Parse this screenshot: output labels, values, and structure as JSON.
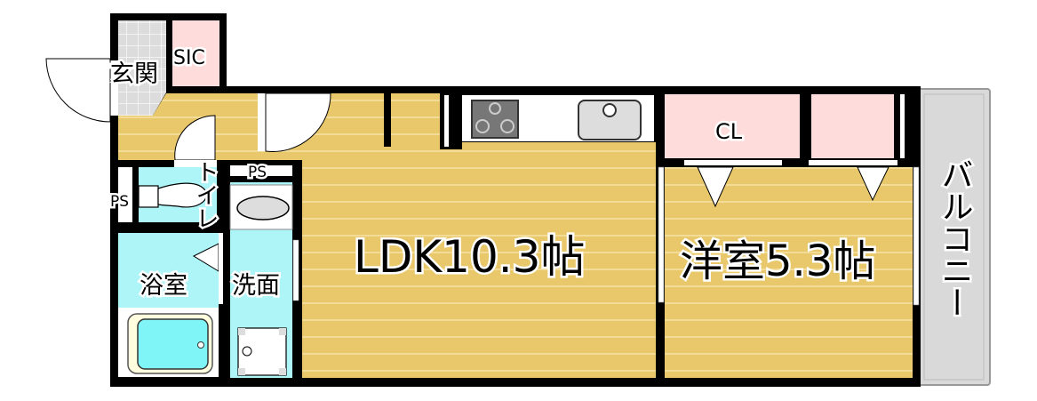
{
  "plan": {
    "rooms": {
      "genkan": "玄関",
      "sic": "SIC",
      "toilet": "トイレ",
      "ps_toilet": "PS",
      "ps_washroom": "PS",
      "bath": "浴室",
      "washroom": "洗面",
      "ldk": "LDK10.3帖",
      "western": "洋室5.3帖",
      "closet": "CL",
      "balcony": "バルコニー"
    },
    "colors": {
      "wall": "#000000",
      "floor": "#e8c86a",
      "floor_line": "#f3dc98",
      "wet": "#aef5f7",
      "tile": "#dcdcdc",
      "storage": "#ffdcdc",
      "balcony": "#d9d9d9"
    }
  }
}
